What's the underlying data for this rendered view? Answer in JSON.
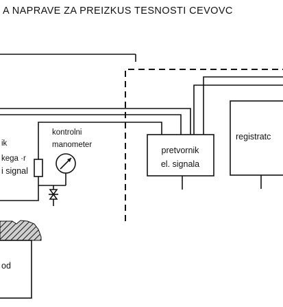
{
  "title": "A NAPRAVE ZA PREIZKUS TESNOSTI CEVOVC",
  "labels": {
    "left_line1": "ik",
    "left_line2": "kega ·r",
    "left_line3": "i signal",
    "gauge_line1": "kontrolni",
    "gauge_line2": "manometer",
    "converter_line1": "pretvornik",
    "converter_line2": "el. signala",
    "recorder": "registratc",
    "bottom_left": "od"
  },
  "colors": {
    "ink": "#111111",
    "background": "#ffffff",
    "hatch_fill": "#cfcfcf"
  }
}
